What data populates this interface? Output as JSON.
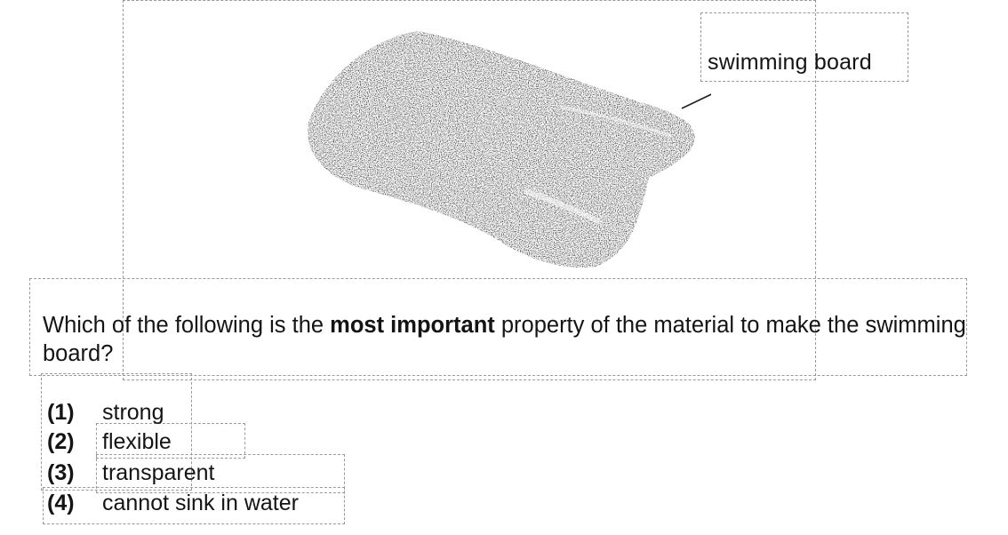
{
  "figure": {
    "callout_label": "swimming board",
    "image_icon": "swimming-board-photo"
  },
  "question": {
    "text_before": "Which of the following is the ",
    "emphasis": "most important",
    "text_after": " property of the material to make the swimming board?"
  },
  "options": [
    {
      "number": "(1)",
      "text": "strong"
    },
    {
      "number": "(2)",
      "text": "flexible"
    },
    {
      "number": "(3)",
      "text": "transparent"
    },
    {
      "number": "(4)",
      "text": "cannot sink in water"
    }
  ]
}
